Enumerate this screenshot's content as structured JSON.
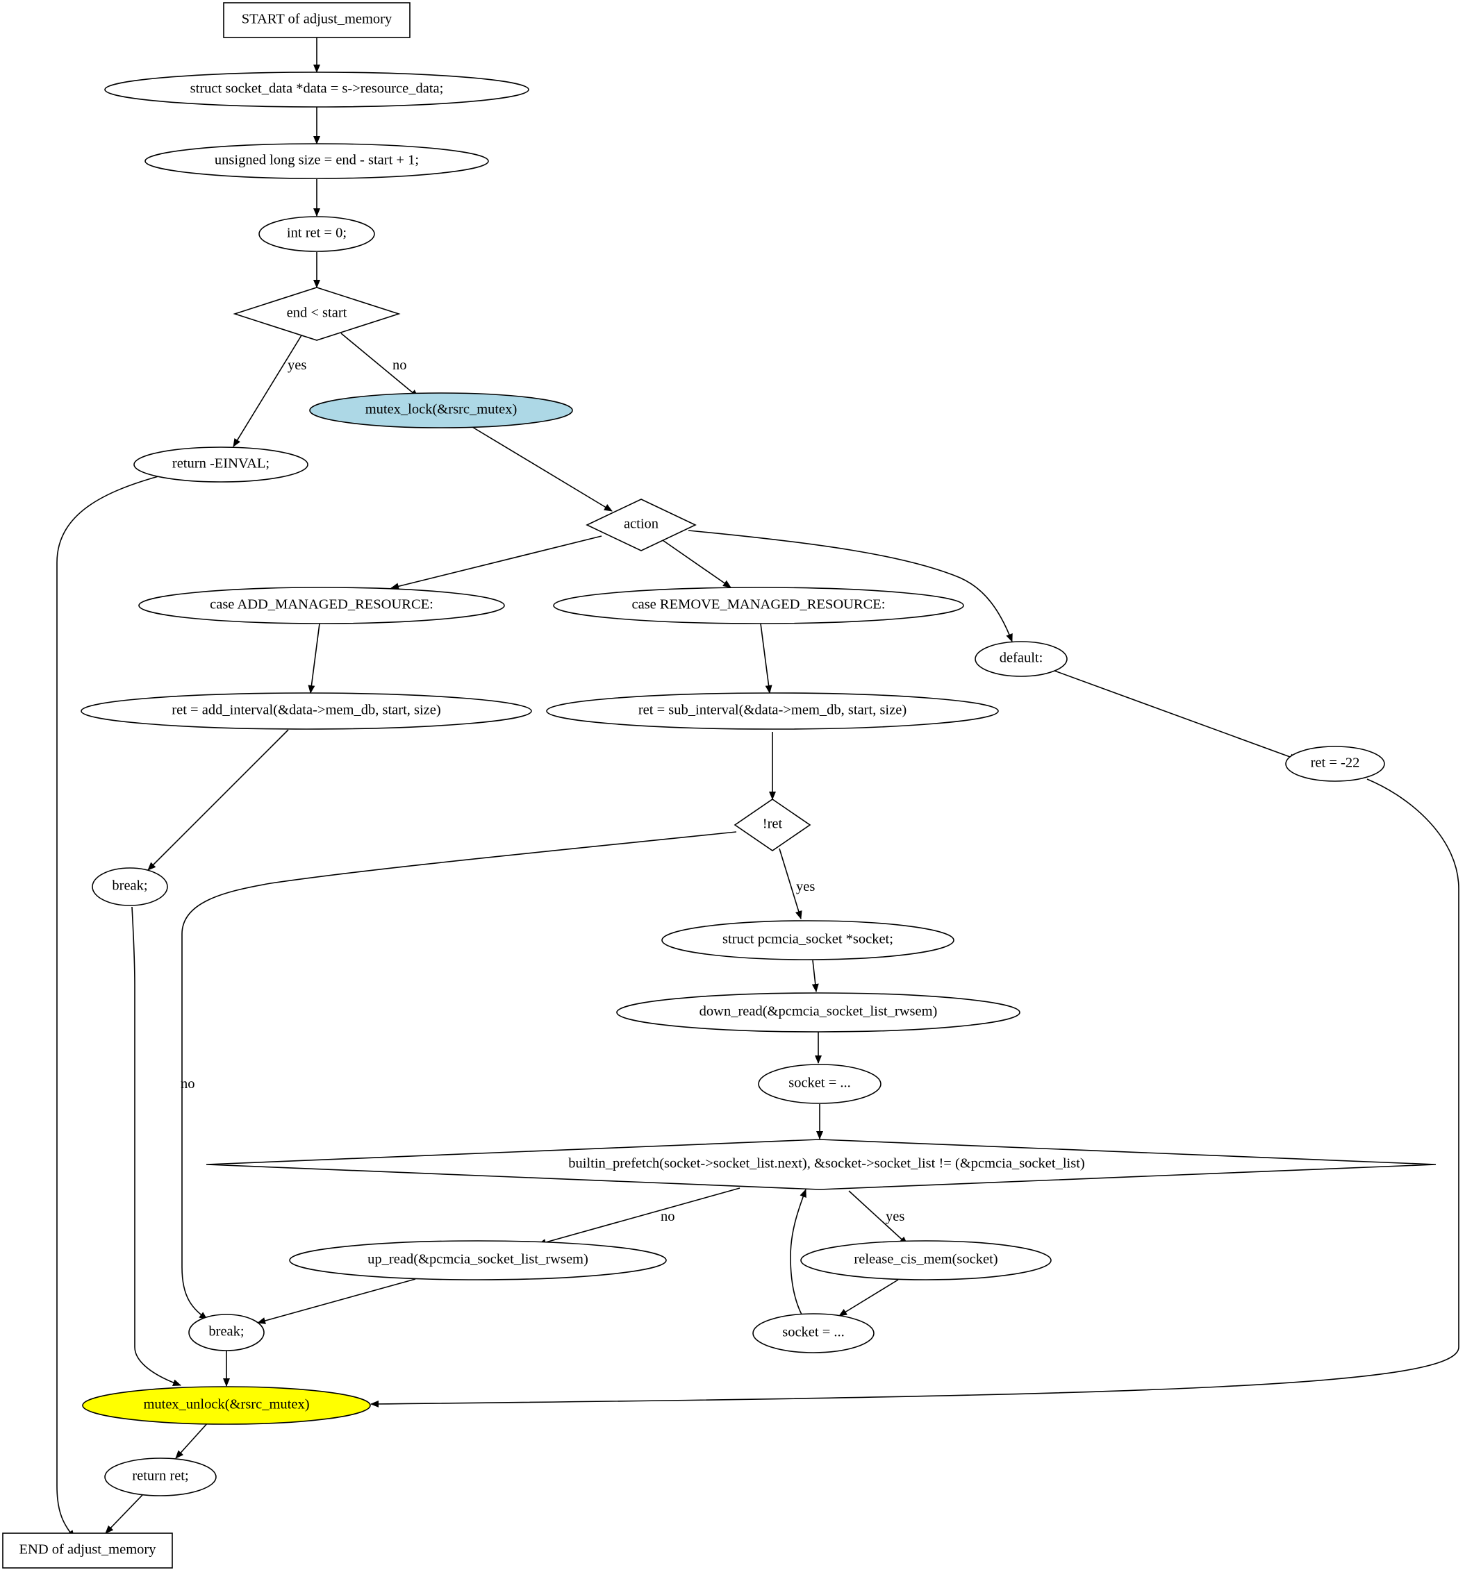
{
  "colors": {
    "default_fill": "#ffffff",
    "mutex_lock_fill": "#add8e6",
    "mutex_unlock_fill": "#ffff00",
    "stroke": "#000000"
  },
  "nodes": {
    "start": "START of adjust_memory",
    "data_decl": "struct socket_data *data = s->resource_data;",
    "size_decl": "unsigned long size = end - start + 1;",
    "ret_decl": "int ret = 0;",
    "end_lt_start": "end < start",
    "return_einval": "return -EINVAL;",
    "mutex_lock": "mutex_lock(&rsrc_mutex)",
    "action": "action",
    "case_add": "case ADD_MANAGED_RESOURCE:",
    "case_remove": "case REMOVE_MANAGED_RESOURCE:",
    "default_case": "default:",
    "add_interval": "ret = add_interval(&data->mem_db, start, size)",
    "sub_interval": "ret = sub_interval(&data->mem_db, start, size)",
    "ret_neg22": "ret = -22",
    "not_ret": "!ret",
    "break_add": "break;",
    "socket_decl": "struct pcmcia_socket *socket;",
    "down_read": "down_read(&pcmcia_socket_list_rwsem)",
    "socket_init": "socket = ...",
    "prefetch": "builtin_prefetch(socket->socket_list.next), &socket->socket_list != (&pcmcia_socket_list)",
    "up_read": "up_read(&pcmcia_socket_list_rwsem)",
    "release_cis": "release_cis_mem(socket)",
    "break_remove": "break;",
    "socket_next": "socket = ...",
    "mutex_unlock": "mutex_unlock(&rsrc_mutex)",
    "return_ret": "return ret;",
    "end": "END of adjust_memory"
  },
  "edge_labels": {
    "end_lt_start_yes": "yes",
    "end_lt_start_no": "no",
    "not_ret_yes": "yes",
    "not_ret_no": "no",
    "prefetch_yes": "yes",
    "prefetch_no": "no"
  }
}
